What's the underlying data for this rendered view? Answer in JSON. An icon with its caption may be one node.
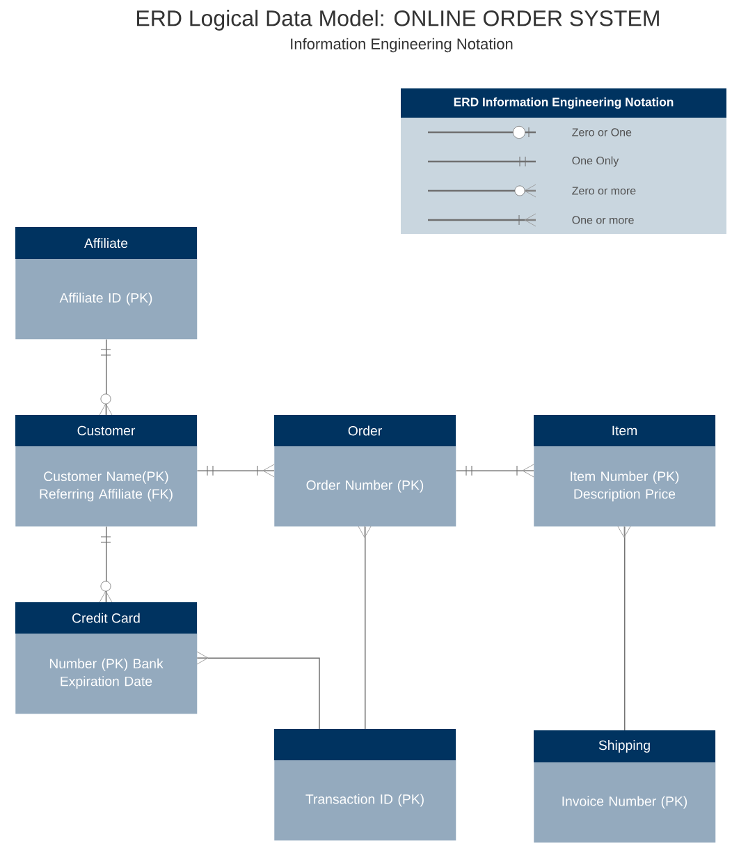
{
  "diagram": {
    "title": "ERD Logical Data Model: ONLINE ORDER SYSTEM",
    "caption": "Information Engineering Notation",
    "nodes": [
      {
        "text": [
          "Affiliate",
          "Affiliate ID (PK)"
        ]
      },
      {
        "text": [
          "Customer",
          "Customer Name(PK) Referring Affiliate (FK)"
        ]
      },
      {
        "text": [
          "Order",
          "Order Number (PK)"
        ]
      },
      {
        "text": [
          "Item",
          "Item Number (PK) Description Price"
        ]
      },
      {
        "text": [
          "Credit Card",
          "Number (PK) Bank Expiration Date"
        ]
      },
      {
        "text": [
          "Transaction ID (PK)"
        ]
      },
      {
        "text": [
          "Shipping",
          "Invoice Number (PK)"
        ]
      }
    ],
    "edges": [
      {
        "from": 0,
        "to": 1,
        "arrow": "other"
      },
      {
        "from": 1,
        "to": 2,
        "arrow": "other"
      },
      {
        "from": 2,
        "to": 3,
        "arrow": "other"
      },
      {
        "from": 1,
        "to": 4,
        "arrow": "other"
      },
      {
        "from": 5,
        "to": 4,
        "arrow": "other"
      },
      {
        "from": 5,
        "to": 2,
        "arrow": "other"
      },
      {
        "from": 6,
        "to": 3,
        "arrow": "other"
      }
    ],
    "labels": [
      "ERD Information Engineering Notation"
    ],
    "legend": [
      {
        "text": "Zero or One"
      },
      {
        "text": "One Only"
      },
      {
        "text": "Zero or more"
      },
      {
        "text": "One or more"
      }
    ]
  }
}
